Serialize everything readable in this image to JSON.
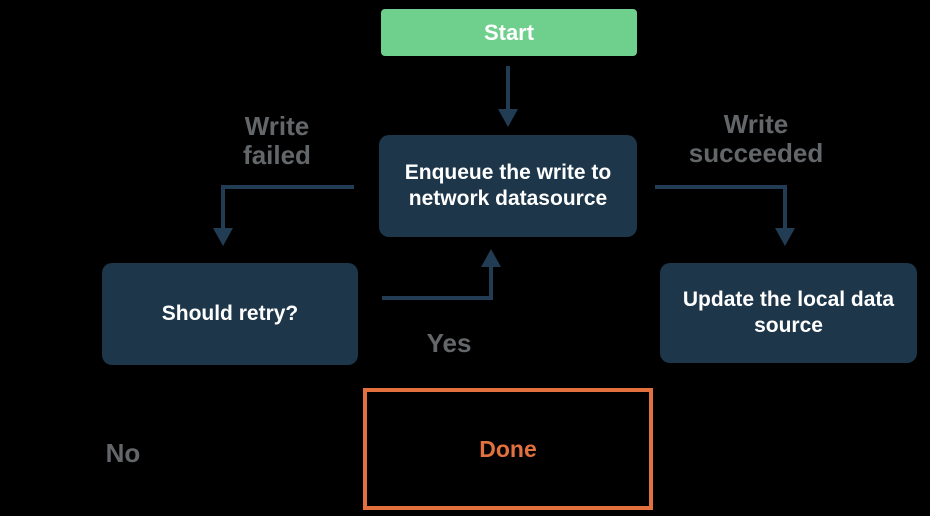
{
  "colors": {
    "background": "#000000",
    "node-fill": "#1d3649",
    "node-text": "#ffffff",
    "start-fill": "#6fcf8c",
    "arrow": "#213c53",
    "label-text": "#64676a",
    "done-border": "#e2713d",
    "done-text": "#e2713d"
  },
  "nodes": {
    "start": {
      "label": "Start"
    },
    "enqueue": {
      "label": "Enqueue the write to\nnetwork datasource"
    },
    "should_retry": {
      "label": "Should retry?"
    },
    "update_local": {
      "label": "Update the local data\nsource"
    },
    "done": {
      "label": "Done"
    }
  },
  "edge_labels": {
    "write_failed": "Write\nfailed",
    "write_succeeded": "Write\nsucceeded",
    "yes": "Yes",
    "no": "No"
  }
}
